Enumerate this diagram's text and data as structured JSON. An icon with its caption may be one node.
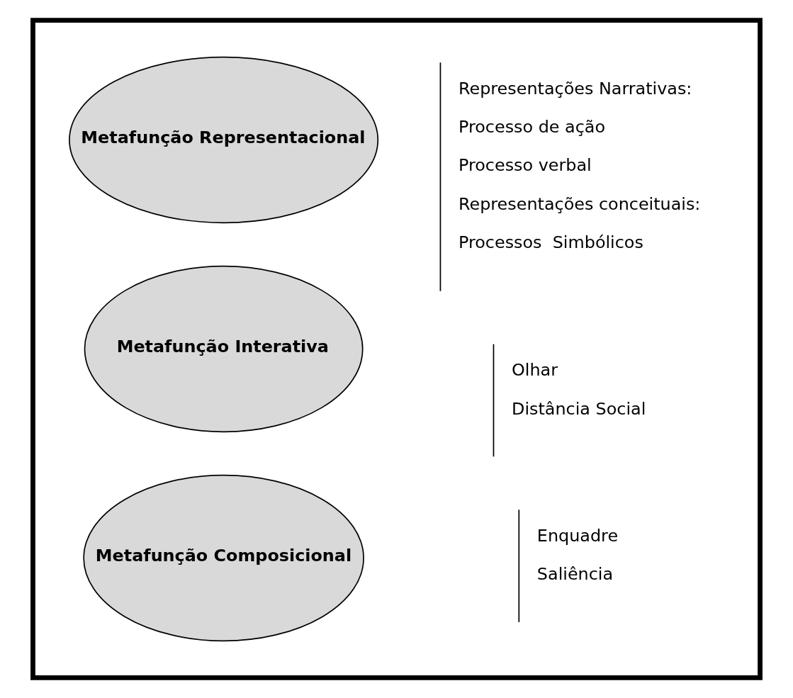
{
  "diagram": {
    "nodes": [
      {
        "text": [],
        "shape": "box"
      },
      {
        "text": [
          "Metafunção Representacional"
        ],
        "in": 0,
        "beside": [
          "Representações Narrativas:",
          "Processo de ação",
          "Processo verbal",
          "Representações conceituais:",
          "Processos  Simbólicos"
        ]
      },
      {
        "text": [
          "Metafunção Interativa"
        ],
        "in": 0,
        "beside": [
          "Olhar",
          "Distância Social"
        ]
      },
      {
        "text": [
          "Metafunção Composicional"
        ],
        "in": 0,
        "beside": [
          "Enquadre",
          "Saliência"
        ]
      }
    ],
    "edges": []
  }
}
